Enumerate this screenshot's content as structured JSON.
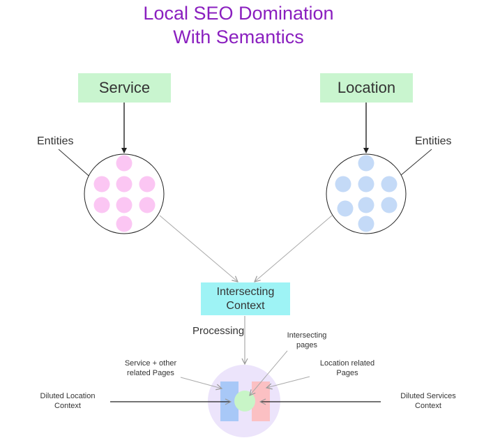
{
  "title": {
    "line1": "Local SEO Domination",
    "line2": "With Semantics"
  },
  "service_box": {
    "label": "Service"
  },
  "location_box": {
    "label": "Location"
  },
  "entities_left": "Entities",
  "entities_right": "Entities",
  "intersect_box": {
    "line1": "Intersecting",
    "line2": "Context"
  },
  "processing_label": "Processing",
  "intersecting_pages": {
    "line1": "Intersecting",
    "line2": "pages"
  },
  "service_related": {
    "line1": "Service + other",
    "line2": "related Pages"
  },
  "location_related": {
    "line1": "Location related",
    "line2": "Pages"
  },
  "diluted_location": {
    "line1": "Diluted Location",
    "line2": "Context"
  },
  "diluted_services": {
    "line1": "Diluted Services",
    "line2": "Context"
  },
  "colors": {
    "title": "#8a1fbf",
    "service_entity": "#fbc6f3",
    "location_entity": "#c4daf7",
    "box_green": "#c9f5cf",
    "box_cyan": "#9ef3f5",
    "result_circle": "#ece4fb",
    "blue_bar": "#a8c8f7",
    "red_bar": "#fbc0c3",
    "center_dot": "#c8f5c7"
  }
}
